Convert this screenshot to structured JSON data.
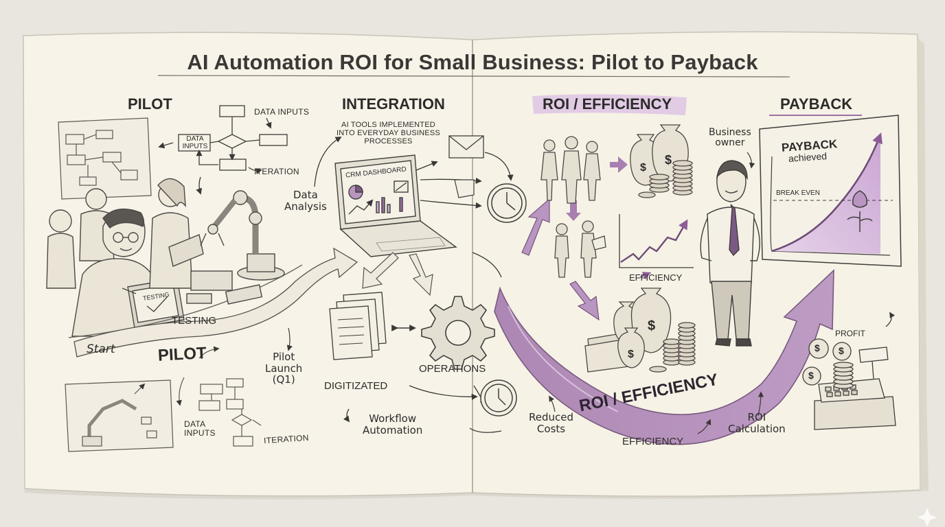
{
  "title": "AI Automation ROI for Small Business: Pilot to Payback",
  "headers": {
    "pilot": "PILOT",
    "integration": "INTEGRATION",
    "roi": "ROI / EFFICIENCY",
    "payback": "PAYBACK"
  },
  "labels": {
    "data_inputs_top": "DATA INPUTS",
    "data_inputs_box": "DATA INPUTS",
    "iteration_top": "ITERATION",
    "testing_screen": "TESTING",
    "testing": "TESTING",
    "start": "Start",
    "pilot_arrow": "PILOT",
    "pilot_launch": "Pilot\nLaunch\n(Q1)",
    "data_inputs_bottom": "DATA\nINPUTS",
    "iteration_bottom": "ITERATION",
    "ai_tools": "AI TOOLS IMPLEMENTED\nINTO EVERYDAY BUSINESS\nPROCESSES",
    "data_analysis": "Data\nAnalysis",
    "crm_dashboard": "CRM DASHBOARD",
    "digitizated": "DIGITIZATED",
    "operations": "OPERATIONS",
    "workflow_automation": "Workflow\nAutomation",
    "efficiency_chart": "EFFICIENCY",
    "roi_arrow": "ROI / EFFICIENCY",
    "reduced_costs": "Reduced\nCosts",
    "efficiency_bottom": "EFFICIENCY",
    "business_owner": "Business\nowner",
    "payback_achieved_1": "PAYBACK",
    "payback_achieved_2": "achieved",
    "break_even": "BREAK EVEN",
    "profit": "PROFIT",
    "roi_calculation": "ROI\nCalculation"
  },
  "icons": {
    "currency": "$"
  },
  "colors": {
    "paper": "#f7f3e8",
    "ink": "#3a3836",
    "accent": "#9b6fa3",
    "accent_light": "#c9a9cf",
    "highlight": "#e0c6e4"
  }
}
